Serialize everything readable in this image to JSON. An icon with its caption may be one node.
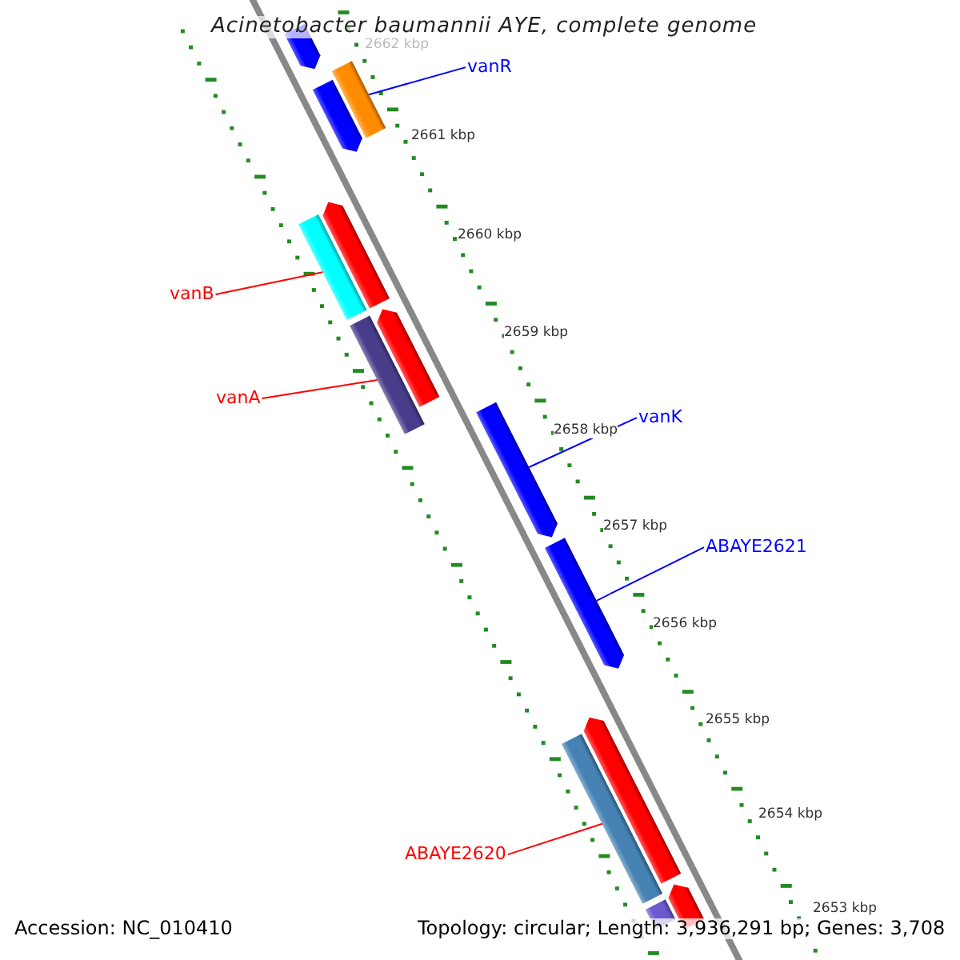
{
  "diagram": {
    "title": "Acinetobacter baumannii AYE, complete genome",
    "nodes": [
      {
        "text": [],
        "shape": "bar"
      },
      {
        "text": [
          "vanR"
        ]
      },
      {
        "text": [],
        "shape": "bar"
      },
      {
        "text": [],
        "shape": "bar"
      },
      {
        "text": [],
        "shape": "bar"
      },
      {
        "text": [
          "vanB"
        ]
      },
      {
        "text": [],
        "shape": "bar"
      },
      {
        "text": [],
        "shape": "bar"
      },
      {
        "text": [
          "vanA"
        ]
      },
      {
        "text": [],
        "shape": "bar"
      },
      {
        "text": [
          "vanK"
        ]
      },
      {
        "text": [],
        "shape": "bar"
      },
      {
        "text": [
          "ABAYE2621"
        ]
      },
      {
        "text": [],
        "shape": "bar"
      },
      {
        "text": [],
        "shape": "bar"
      },
      {
        "text": [
          "ABAYE2620"
        ]
      },
      {
        "text": [],
        "shape": "bar"
      },
      {
        "text": [],
        "shape": "bar"
      },
      {
        "text": [],
        "shape": "bar"
      }
    ],
    "edges": [
      {
        "from": 1,
        "to": 3,
        "arrow": "none",
        "color": "#0000ff"
      },
      {
        "from": 5,
        "to": 6,
        "arrow": "none",
        "color": "#ff0000"
      },
      {
        "from": 8,
        "to": 9,
        "arrow": "none",
        "color": "#ff0000"
      },
      {
        "from": 10,
        "to": 11,
        "arrow": "none",
        "color": "#0000ff"
      },
      {
        "from": 12,
        "to": 13,
        "arrow": "none",
        "color": "#0000ff"
      },
      {
        "from": 15,
        "to": 16,
        "arrow": "none",
        "color": "#ff0000"
      }
    ],
    "labels": [
      "2662 kbp",
      "2661 kbp",
      "2660 kbp",
      "2659 kbp",
      "2658 kbp",
      "2657 kbp",
      "2656 kbp",
      "2655 kbp",
      "2654 kbp",
      "2653 kbp",
      "Accession: NC_010410",
      "Topology: circular; Length: 3,936,291 bp; Genes: 3,708"
    ]
  }
}
